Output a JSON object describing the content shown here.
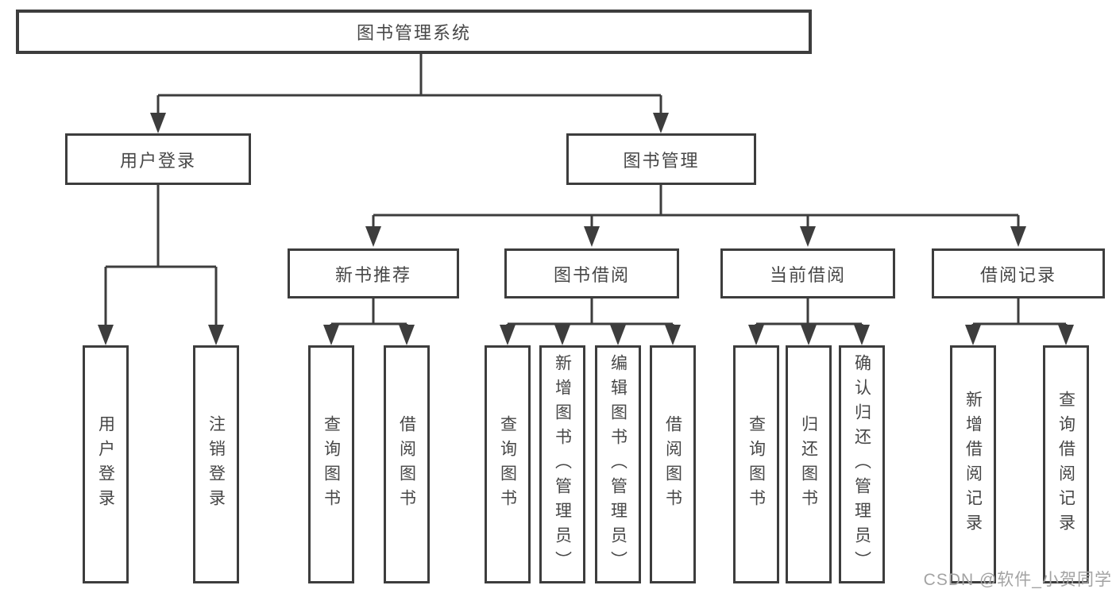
{
  "colors": {
    "line": "#3d3d3d",
    "box_border": "#3d3d3d",
    "text": "#474747",
    "watermark": "#a3a3a3",
    "background": "#ffffff"
  },
  "diagram": {
    "root": {
      "label": "图书管理系统"
    },
    "level2": [
      {
        "label": "用户登录"
      },
      {
        "label": "图书管理"
      }
    ],
    "level3": [
      {
        "label": "新书推荐"
      },
      {
        "label": "图书借阅"
      },
      {
        "label": "当前借阅"
      },
      {
        "label": "借阅记录"
      }
    ],
    "leaves": {
      "user_login": [
        {
          "label": "用户登录"
        },
        {
          "label": "注销登录"
        }
      ],
      "new_book_recommend": [
        {
          "label": "查询图书"
        },
        {
          "label": "借阅图书"
        }
      ],
      "book_borrowing": [
        {
          "label": "查询图书"
        },
        {
          "label": "新增图书（管理员）"
        },
        {
          "label": "编辑图书（管理员）"
        },
        {
          "label": "借阅图书"
        }
      ],
      "current_borrowing": [
        {
          "label": "查询图书"
        },
        {
          "label": "归还图书"
        },
        {
          "label": "确认归还（管理员）"
        }
      ],
      "borrowing_records": [
        {
          "label": "新增借阅记录"
        },
        {
          "label": "查询借阅记录"
        }
      ]
    }
  },
  "watermark": {
    "text": "CSDN @软件_小贺同学"
  }
}
